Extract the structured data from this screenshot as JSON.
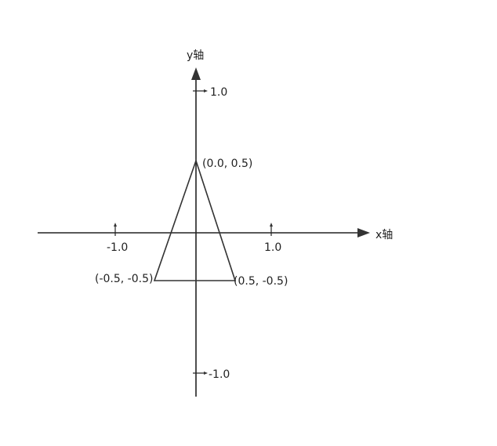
{
  "diagram": {
    "axes": {
      "x_label": "x轴",
      "y_label": "y轴",
      "x_ticks": [
        {
          "value": -1.0,
          "label": "-1.0"
        },
        {
          "value": 1.0,
          "label": "1.0"
        }
      ],
      "y_ticks": [
        {
          "value": 1.0,
          "label": "1.0"
        },
        {
          "value": -1.0,
          "label": "-1.0"
        }
      ]
    },
    "triangle": {
      "vertices": [
        {
          "x": 0.0,
          "y": 0.5,
          "label": "(0.0, 0.5)"
        },
        {
          "x": -0.5,
          "y": -0.5,
          "label": "(-0.5, -0.5)"
        },
        {
          "x": 0.5,
          "y": -0.5,
          "label": "(0.5, -0.5)"
        }
      ]
    },
    "colors": {
      "stroke": "#333333",
      "text": "#222222",
      "background": "#ffffff"
    }
  }
}
